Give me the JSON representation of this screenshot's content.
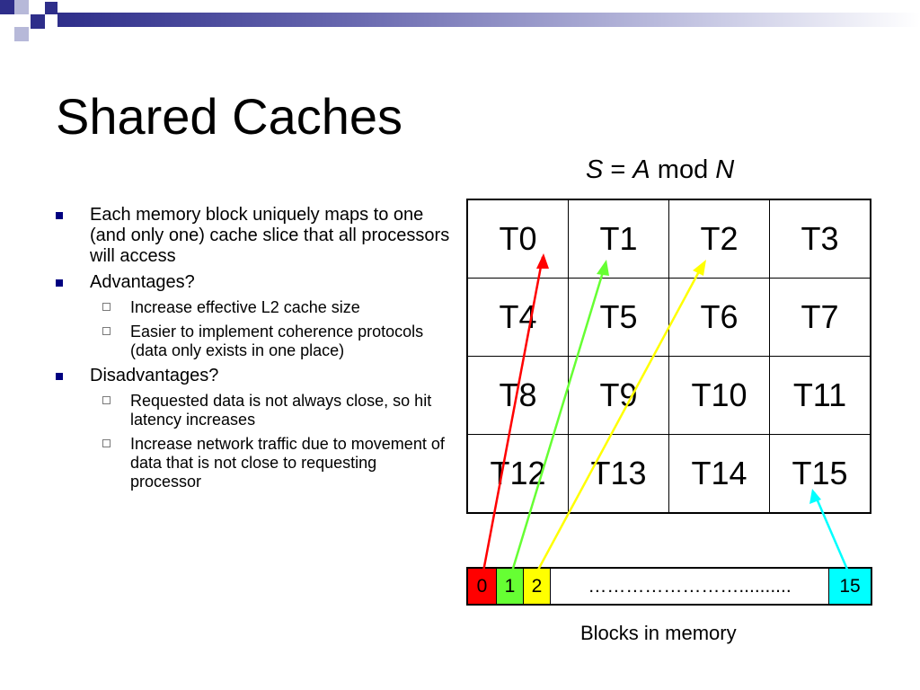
{
  "slide": {
    "title": "Shared Caches",
    "formula": {
      "s": "S",
      "eq": " = ",
      "a": "A",
      "mod": " mod ",
      "n": "N"
    },
    "bullets": [
      {
        "text": "Each memory block uniquely maps to one (and only one) cache slice that all processors will access"
      },
      {
        "text": "Advantages?",
        "sub": [
          "Increase effective L2 cache size",
          "Easier to implement coherence protocols (data only exists in one place)"
        ]
      },
      {
        "text": "Disadvantages?",
        "sub": [
          "Requested data is not always close, so hit latency increases",
          "Increase network traffic due to movement of data that is not close to requesting processor"
        ]
      }
    ],
    "tiles": [
      [
        "T0",
        "T1",
        "T2",
        "T3"
      ],
      [
        "T4",
        "T5",
        "T6",
        "T7"
      ],
      [
        "T8",
        "T9",
        "T10",
        "T11"
      ],
      [
        "T12",
        "T13",
        "T14",
        "T15"
      ]
    ],
    "memory_blocks": [
      {
        "label": "0",
        "color": "#ff0000"
      },
      {
        "label": "1",
        "color": "#66ff33"
      },
      {
        "label": "2",
        "color": "#ffff00"
      },
      {
        "label": "……………………..........",
        "color": "#ffffff"
      },
      {
        "label": "15",
        "color": "#00ffff"
      }
    ],
    "memory_caption": "Blocks in memory",
    "arrow_colors": {
      "block0": "#ff0000",
      "block1": "#66ff33",
      "block2": "#ffff00",
      "block15": "#00ffff"
    },
    "decor_colors": {
      "navy": "#2e2e8a",
      "light": "#b7b9d9"
    }
  }
}
